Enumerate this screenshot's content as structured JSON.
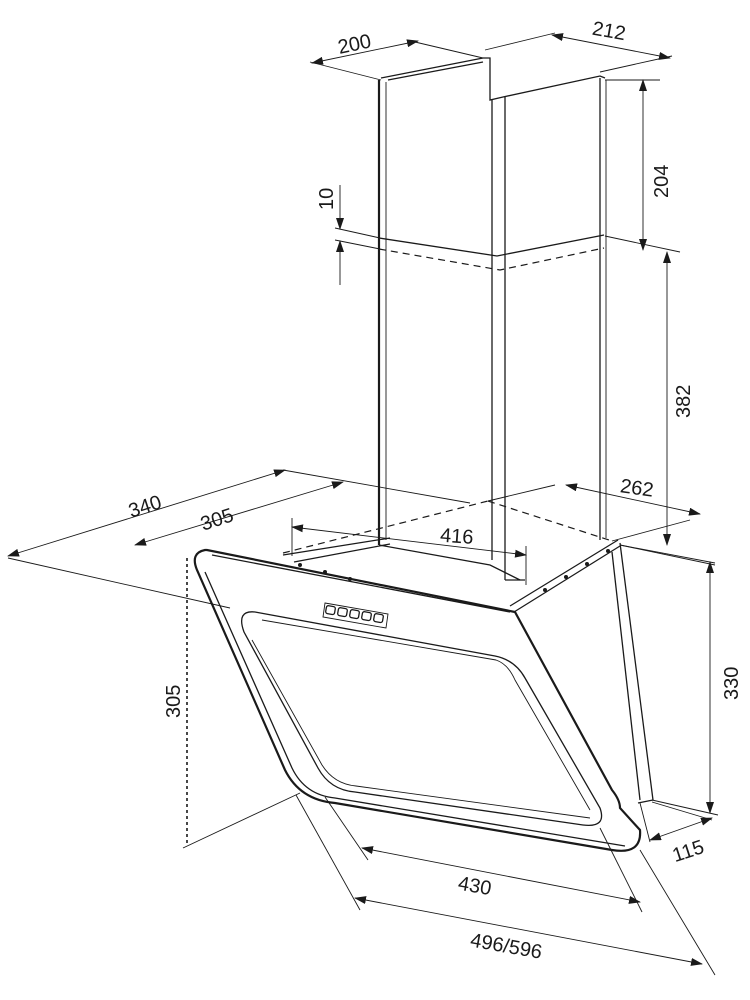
{
  "dimensions": {
    "chimney_depth": "200",
    "chimney_width": "212",
    "overlap": "10",
    "upper_height": "204",
    "lower_height": "382",
    "top_depth_340": "340",
    "top_depth_305": "305",
    "bracket_width": "416",
    "bracket_depth": "262",
    "glass_drop": "305",
    "hood_height": "330",
    "hood_bottom_depth": "115",
    "glass_width": "430",
    "hood_width": "496/596"
  },
  "colors": {
    "line": "#1a1a1a",
    "background": "#ffffff"
  }
}
